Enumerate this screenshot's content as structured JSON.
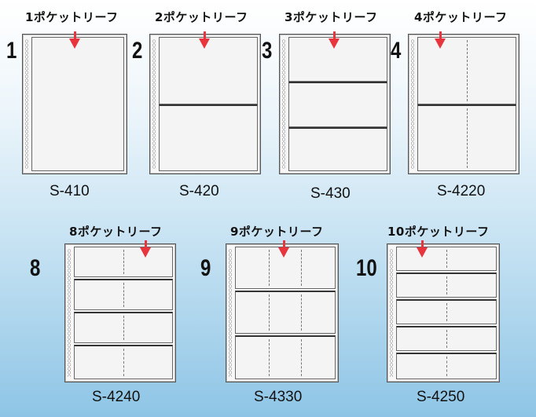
{
  "products": [
    {
      "title": "1ポケットリーフ",
      "number": "1",
      "code": "S-410"
    },
    {
      "title": "2ポケットリーフ",
      "number": "2",
      "code": "S-420"
    },
    {
      "title": "3ポケットリーフ",
      "number": "3",
      "code": "S-430"
    },
    {
      "title": "4ポケットリーフ",
      "number": "4",
      "code": "S-4220"
    },
    {
      "title": "8ポケットリーフ",
      "number": "8",
      "code": "S-4240"
    },
    {
      "title": "9ポケットリーフ",
      "number": "9",
      "code": "S-4330"
    },
    {
      "title": "10ポケットリーフ",
      "number": "10",
      "code": "S-4250"
    }
  ],
  "colors": {
    "arrow": "#e8343c",
    "background_top": "#ffffff",
    "background_bottom": "#8ec5e6"
  },
  "icons": {
    "arrow": "down-arrow-icon",
    "binder_holes": "binder-holes-icon"
  }
}
